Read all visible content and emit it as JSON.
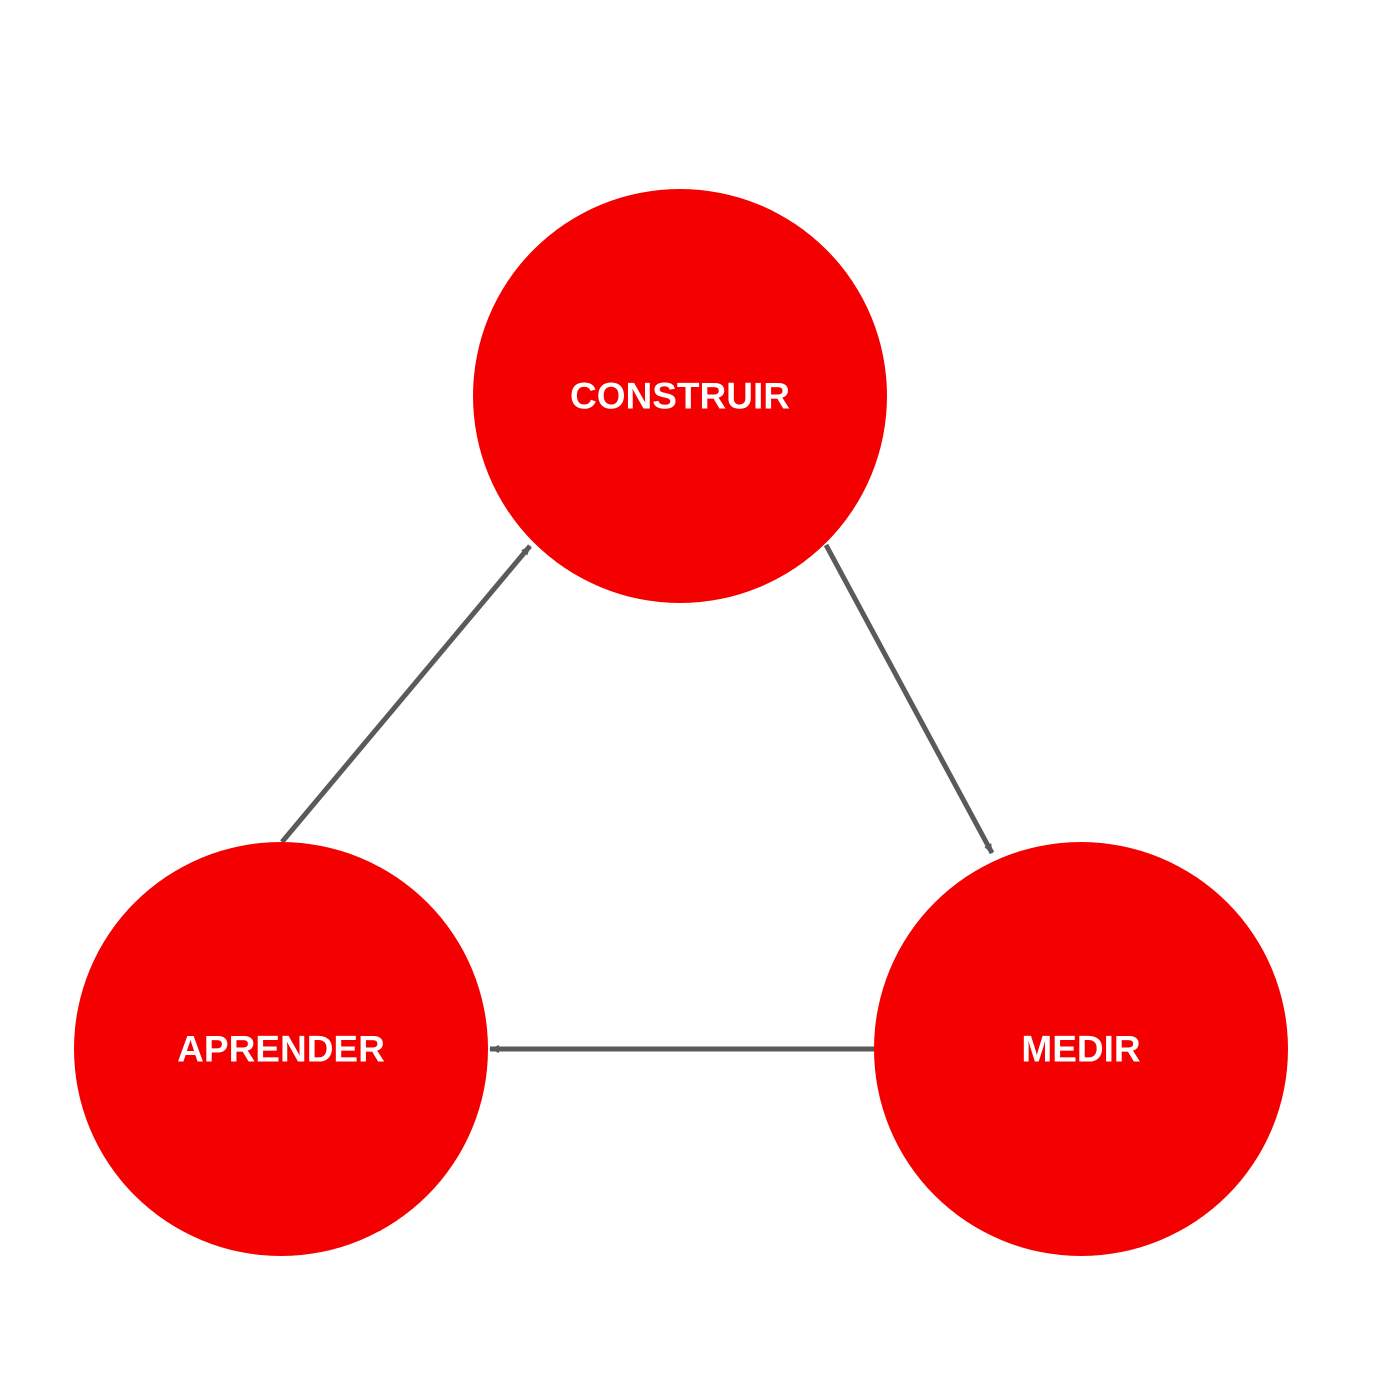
{
  "diagram": {
    "colors": {
      "background": "#ffffff",
      "node_fill": "#f50000",
      "label_text": "#ffffff",
      "arrow": "#5a5a5a"
    },
    "nodes": [
      {
        "id": "construir",
        "label": "CONSTRUIR"
      },
      {
        "id": "medir",
        "label": "MEDIR"
      },
      {
        "id": "aprender",
        "label": "APRENDER"
      }
    ],
    "edges": [
      {
        "from": "construir",
        "to": "medir"
      },
      {
        "from": "medir",
        "to": "aprender"
      },
      {
        "from": "aprender",
        "to": "construir"
      }
    ]
  }
}
